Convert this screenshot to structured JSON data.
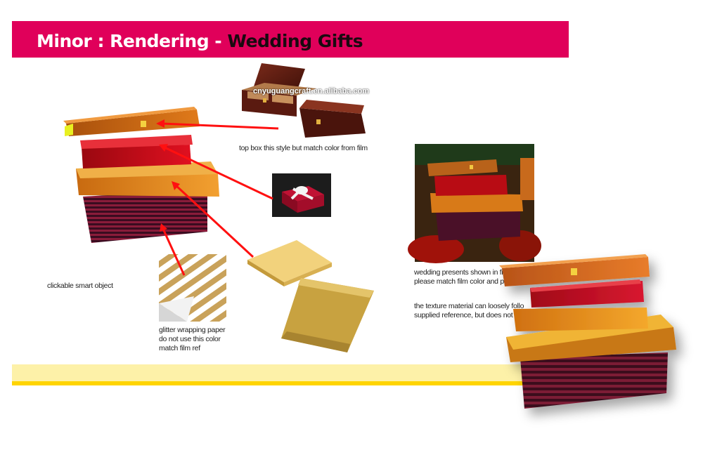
{
  "header": {
    "title_part1": "Minor : Rendering - ",
    "title_part2": "Wedding Gifts",
    "accent_color": "#e0005a"
  },
  "notes": {
    "top_box": "top box this style but match color from film",
    "smart_object": "clickable smart object",
    "glitter_line1": "glitter wrapping paper",
    "glitter_line2": "do not use this color",
    "glitter_line3": "match film ref",
    "film_line1": "wedding presents shown in film",
    "film_line2": "please match film color and pe",
    "texture_line1": "the texture material can loosely follo",
    "texture_line2": "supplied reference, but does not hav"
  },
  "watermark": "cnyuguangcraft.en.alibaba.com",
  "colors": {
    "accent": "#e0005a",
    "footer_band": "#fdf1a8",
    "footer_line": "#ffd400",
    "arrow": "#ff1010"
  },
  "icons": [
    "box-stack-render",
    "wooden-box-photo",
    "red-gift-photo",
    "gold-box-photo",
    "glitter-paper-photo",
    "film-reference-photo"
  ]
}
